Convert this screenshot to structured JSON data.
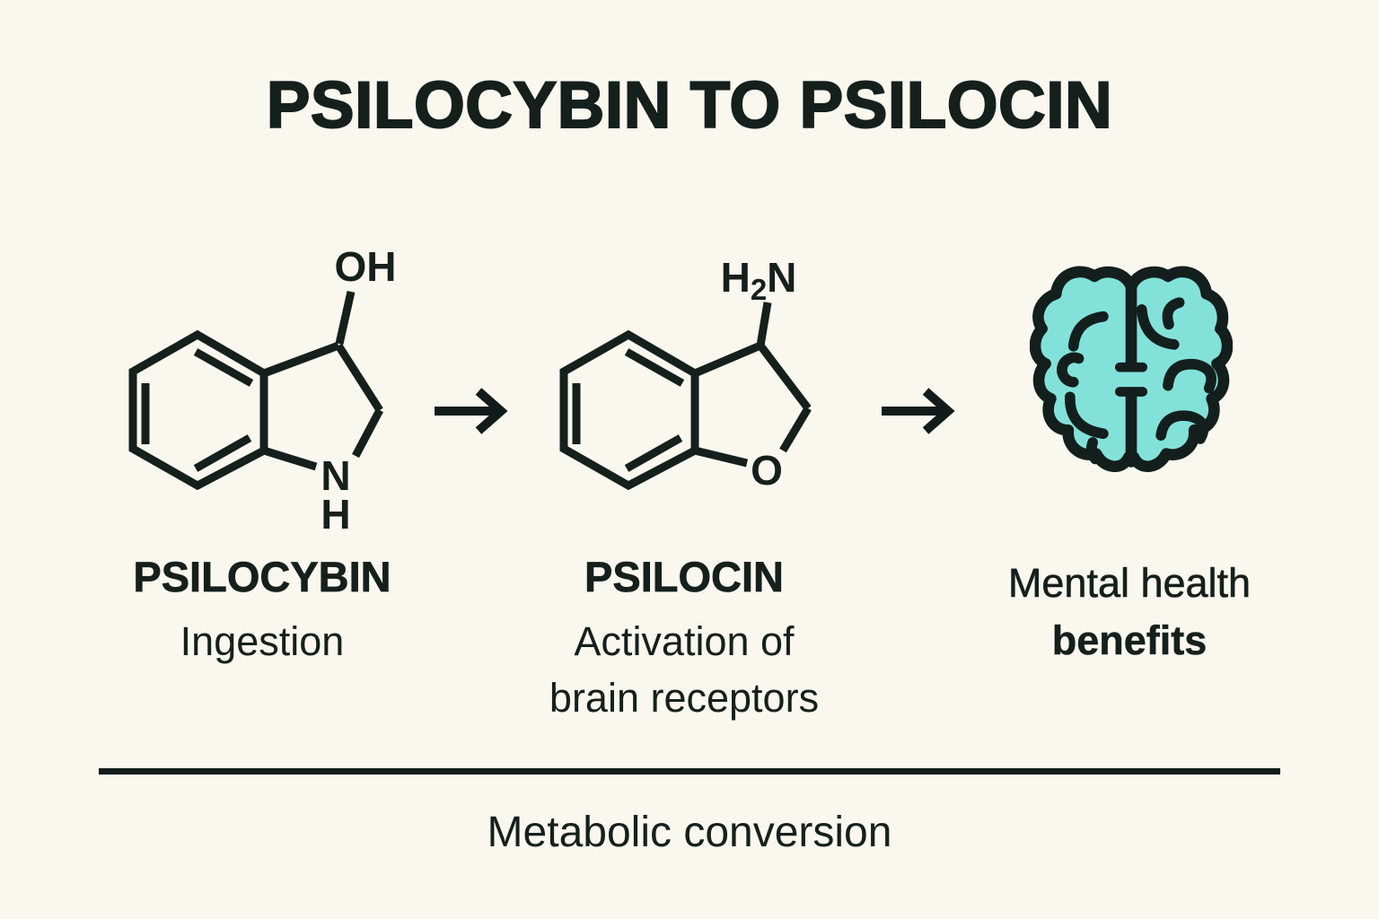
{
  "colors": {
    "background": "#FAF8EE",
    "ink": "#15201D",
    "brain_teal": "#82E2DA"
  },
  "title": "PSILOCYBIN TO PSILOCIN",
  "steps": [
    {
      "name": "PSILOCYBIN",
      "caption_lines": [
        "Ingestion"
      ]
    },
    {
      "name": "PSILOCIN",
      "caption_lines": [
        "Activation of",
        "brain receptors"
      ]
    },
    {
      "name_lines": [
        "Mental health",
        "benefits"
      ]
    }
  ],
  "molecules": {
    "psilocybin": {
      "hydroxyl": "OH",
      "ring_nitrogen": "N",
      "ring_nh": "H"
    },
    "psilocin": {
      "amine_h": "H",
      "amine_subscript": "2",
      "amine_n": "N",
      "ring_oxygen": "O"
    }
  },
  "icons": {
    "step_connector": "right-arrow",
    "result": "brain"
  },
  "footer": {
    "label": "Metabolic conversion"
  }
}
